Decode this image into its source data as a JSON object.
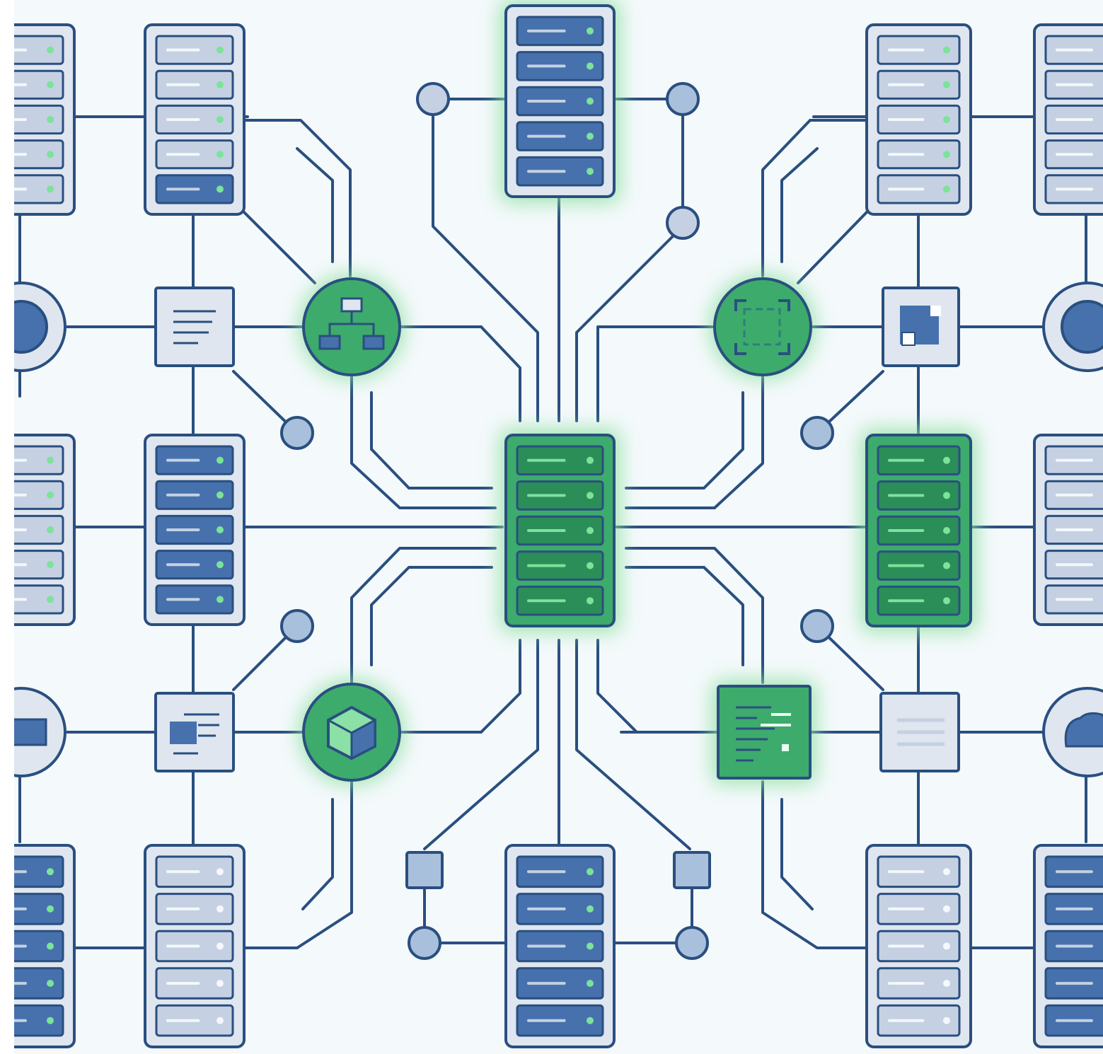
{
  "diagram": {
    "colors": {
      "background": "#f4f9fb",
      "line": "#2a4f80",
      "blue_slot": "#4671ad",
      "blue_slot_dark": "#2f5994",
      "light_slot": "#c5d1e2",
      "panel_light": "#dfe6ef",
      "green": "#3dab6c",
      "green_slot": "#2b8e58",
      "green_glow": "#8ee0a3",
      "node_fill": "#a9c0dc",
      "led_green": "#7be39a",
      "led_white": "#f4f8fb"
    },
    "nodes": [
      {
        "id": "core-server",
        "kind": "server",
        "style": "green",
        "icon": "server-rack-icon"
      },
      {
        "id": "top-server",
        "kind": "server",
        "style": "blue",
        "icon": "server-rack-icon"
      },
      {
        "id": "bottom-server",
        "kind": "server",
        "style": "blue",
        "icon": "server-rack-icon"
      },
      {
        "id": "right-mid-server",
        "kind": "server",
        "style": "green",
        "icon": "server-rack-icon"
      },
      {
        "id": "left-mid-server",
        "kind": "server",
        "style": "blue",
        "icon": "server-rack-icon"
      },
      {
        "id": "network-hub",
        "kind": "hub",
        "style": "green",
        "icon": "hierarchy-icon"
      },
      {
        "id": "scan-hub",
        "kind": "hub",
        "style": "green",
        "icon": "scan-frame-icon"
      },
      {
        "id": "cube-hub",
        "kind": "hub",
        "style": "green",
        "icon": "cube-icon"
      },
      {
        "id": "document-card",
        "kind": "card",
        "style": "green",
        "icon": "document-icon"
      }
    ]
  }
}
